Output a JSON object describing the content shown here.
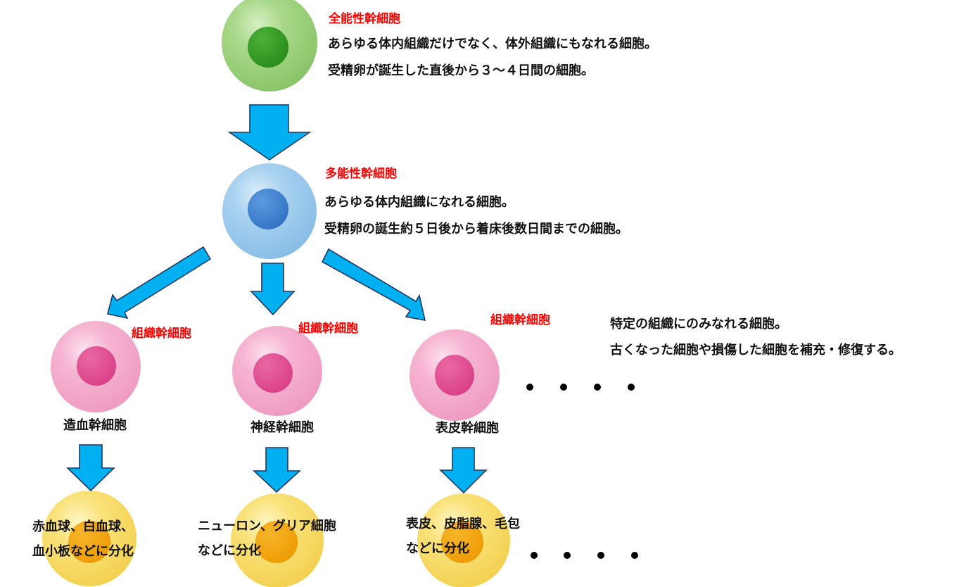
{
  "colors": {
    "arrow_fill": "#00b0f0",
    "arrow_stroke": "#1f3864",
    "title_red": "#ff0000",
    "text": "#111111",
    "green_cell": "#9fd27a",
    "green_nucleus": "#2f9a1e",
    "blue_cell": "#9ccbee",
    "blue_nucleus": "#3a7fd0",
    "pink_cell": "#f4a9cc",
    "pink_nucleus": "#e0488e",
    "yellow_cell": "#f9df6b",
    "yellow_nucleus": "#f2a200"
  },
  "totipotent": {
    "title": "全能性幹細胞",
    "line1": "あらゆる体内組織だけでなく、体外組織にもなれる細胞。",
    "line2": "受精卵が誕生した直後から３～４日間の細胞。"
  },
  "pluripotent": {
    "title": "多能性幹細胞",
    "line1": "あらゆる体内組織になれる細胞。",
    "line2": "受精卵の誕生約５日後から着床後数日間までの細胞。"
  },
  "tissue": {
    "description_line1": "特定の組織にのみなれる細胞。",
    "description_line2": "古くなった細胞や損傷した細胞を補充・修復する。",
    "branches": [
      {
        "tag": "組織幹細胞",
        "name": "造血幹細胞",
        "diff_line1": "赤血球、白血球、",
        "diff_line2": "血小板などに分化"
      },
      {
        "tag": "組織幹細胞",
        "name": "神経幹細胞",
        "diff_line1": "ニューロン、グリア細胞",
        "diff_line2": "などに分化"
      },
      {
        "tag": "組織幹細胞",
        "name": "表皮幹細胞",
        "diff_line1": "表皮、皮脂腺、毛包",
        "diff_line2": "などに分化"
      }
    ],
    "ellipsis_upper": "・・・・",
    "ellipsis_lower": "・・・・"
  }
}
